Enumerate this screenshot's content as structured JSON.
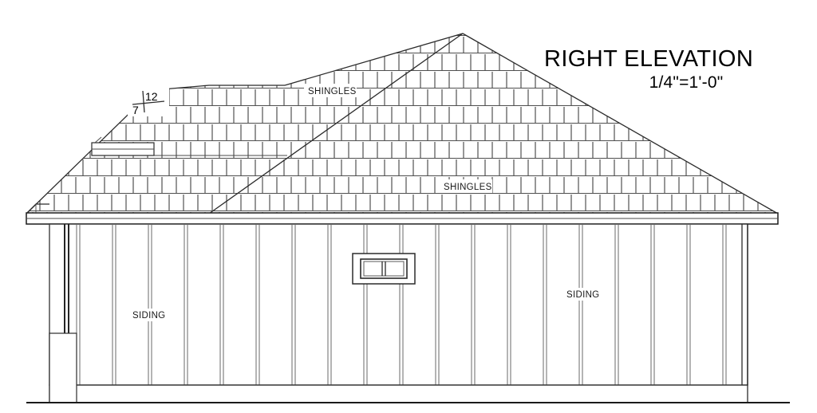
{
  "drawing": {
    "title": "RIGHT ELEVATION",
    "scale": "1/4\"=1'-0\"",
    "roof_pitch": {
      "rise": "7",
      "run": "12"
    },
    "annotations": {
      "shingles_upper": "SHINGLES",
      "shingles_main": "SHINGLES",
      "siding_left": "SIDING",
      "siding_right": "SIDING"
    },
    "colors": {
      "line": "#2b2b2b",
      "texture": "#555555",
      "background": "#ffffff",
      "text": "#000000"
    }
  }
}
